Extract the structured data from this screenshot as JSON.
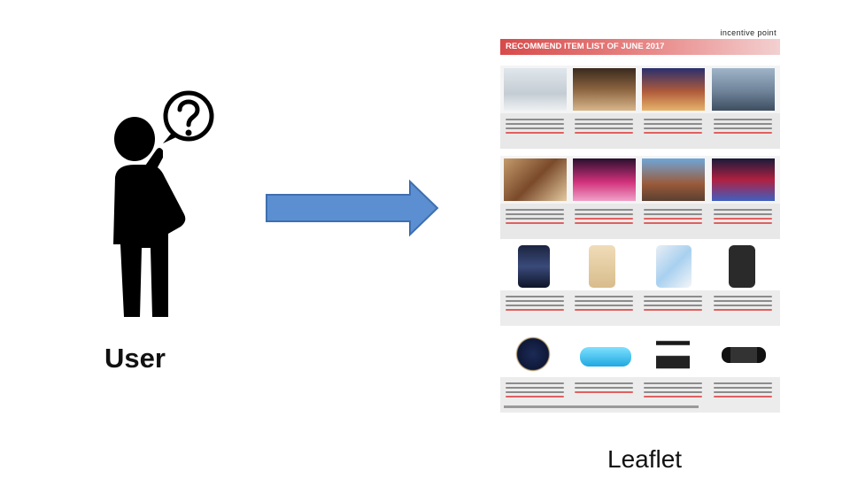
{
  "labels": {
    "user": "User",
    "leaflet": "Leaflet"
  },
  "leaflet": {
    "brand": "incentive point",
    "banner_title": "RECOMMEND ITEM LIST OF JUNE 2017",
    "rows": [
      {
        "name": "travel-hotels",
        "items": [
          "bathroom-suite-photo",
          "hotel-room-photo",
          "villa-pool-photo",
          "cruise-ship-photo"
        ]
      },
      {
        "name": "travel-experiences",
        "items": [
          "buffet-food-photo",
          "pink-event-photo",
          "palace-photo",
          "city-night-photo"
        ]
      },
      {
        "name": "electronics",
        "items": [
          "smartphone-photo",
          "gold-smartphone-photo",
          "white-smartphone-photo",
          "smartwatch-photo"
        ]
      },
      {
        "name": "gadgets",
        "items": [
          "robot-vacuum-photo",
          "air-sofa-photo",
          "exercise-bike-photo",
          "hoverboard-photo"
        ]
      }
    ]
  },
  "colors": {
    "arrow_fill": "#5b8fd1",
    "arrow_stroke": "#3e6fb0",
    "banner": "#d84a4a",
    "figure": "#000000"
  }
}
